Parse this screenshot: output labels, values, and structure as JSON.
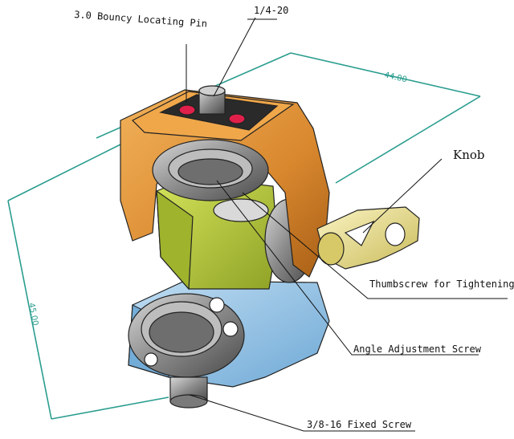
{
  "labels": {
    "top_thread": "1/4-20",
    "locating_pin": "3.0 Bouncy Locating Pin",
    "knob": "Knob",
    "thumbscrew": "Thumbscrew for Tightening",
    "angle_screw": "Angle Adjustment Screw",
    "fixed_screw": "3/8-16 Fixed Screw"
  },
  "dimensions": {
    "width": "44.00",
    "height": "45.00"
  },
  "colors": {
    "dimension_line": "#2a9d8f",
    "top_clamp": "#d9882e",
    "middle_block": "#b9cc3a",
    "base": "#8fc3e6",
    "knob": "#e8dc8a",
    "pin": "#e0204a",
    "metal": "#8a8a8a"
  }
}
